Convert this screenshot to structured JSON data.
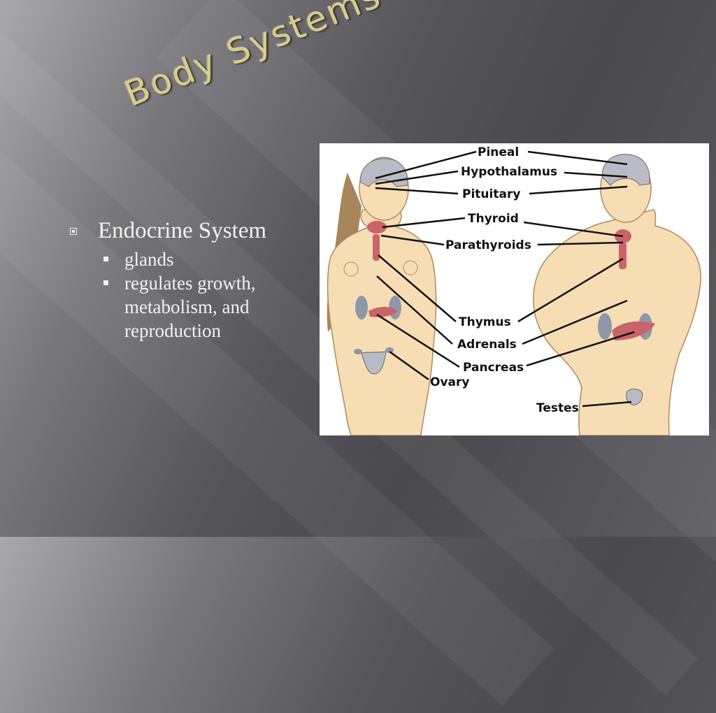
{
  "slide": {
    "title": "Body Systems",
    "bullet": {
      "text": "Endocrine System",
      "subitems": [
        "glands",
        "regulates growth, metabolism, and reproduction"
      ]
    }
  },
  "figure": {
    "labels": {
      "pineal": "Pineal",
      "hypothalamus": "Hypothalamus",
      "pituitary": "Pituitary",
      "thyroid": "Thyroid",
      "parathyroids": "Parathyroids",
      "thymus": "Thymus",
      "adrenals": "Adrenals",
      "pancreas": "Pancreas",
      "ovary": "Ovary",
      "testes": "Testes"
    }
  },
  "colors": {
    "title": "#d7cd8c",
    "skin": "#f7ddb4",
    "gland": "#c9646a",
    "kidney": "#8e98a8",
    "hair": "#a8865c"
  }
}
